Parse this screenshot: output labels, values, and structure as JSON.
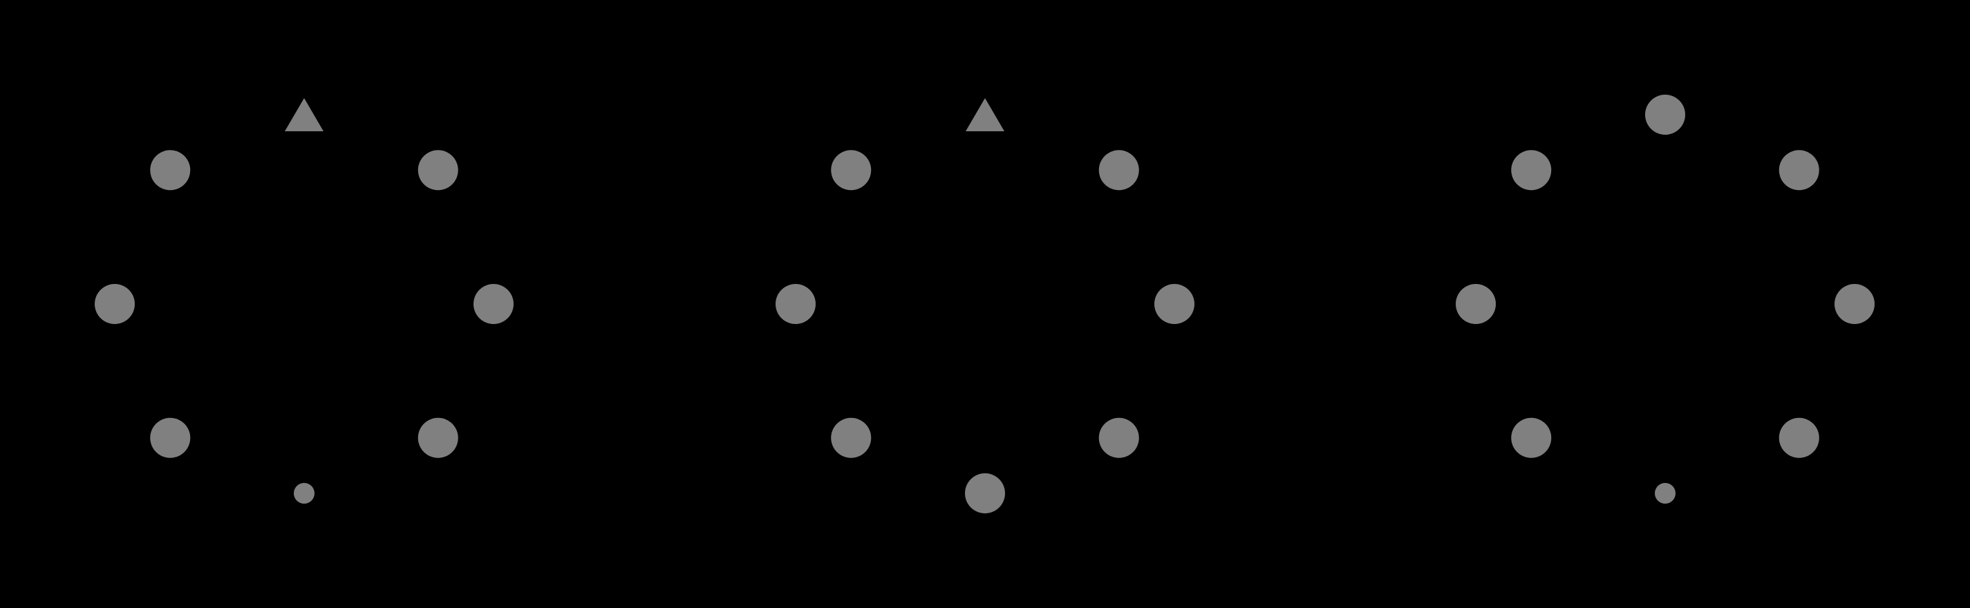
{
  "background_color": "#000000",
  "shape_color": "#808080",
  "figures": [
    {
      "name": "figure-left",
      "elements": [
        {
          "position": "top",
          "shape": "triangle",
          "size": "normal"
        },
        {
          "position": "top-right",
          "shape": "circle",
          "size": "normal"
        },
        {
          "position": "right",
          "shape": "circle",
          "size": "normal"
        },
        {
          "position": "bottom-right",
          "shape": "circle",
          "size": "normal"
        },
        {
          "position": "bottom",
          "shape": "circle",
          "size": "small"
        },
        {
          "position": "bottom-left",
          "shape": "circle",
          "size": "normal"
        },
        {
          "position": "left",
          "shape": "circle",
          "size": "normal"
        },
        {
          "position": "top-left",
          "shape": "circle",
          "size": "normal"
        }
      ]
    },
    {
      "name": "figure-middle",
      "elements": [
        {
          "position": "top",
          "shape": "triangle",
          "size": "normal"
        },
        {
          "position": "top-right",
          "shape": "circle",
          "size": "normal"
        },
        {
          "position": "right",
          "shape": "circle",
          "size": "normal"
        },
        {
          "position": "bottom-right",
          "shape": "circle",
          "size": "normal"
        },
        {
          "position": "bottom",
          "shape": "circle",
          "size": "normal"
        },
        {
          "position": "bottom-left",
          "shape": "circle",
          "size": "normal"
        },
        {
          "position": "left",
          "shape": "circle",
          "size": "normal"
        },
        {
          "position": "top-left",
          "shape": "circle",
          "size": "normal"
        }
      ]
    },
    {
      "name": "figure-right",
      "elements": [
        {
          "position": "top",
          "shape": "circle",
          "size": "normal"
        },
        {
          "position": "top-right",
          "shape": "circle",
          "size": "normal"
        },
        {
          "position": "right",
          "shape": "circle",
          "size": "normal"
        },
        {
          "position": "bottom-right",
          "shape": "circle",
          "size": "normal"
        },
        {
          "position": "bottom",
          "shape": "circle",
          "size": "small"
        },
        {
          "position": "bottom-left",
          "shape": "circle",
          "size": "normal"
        },
        {
          "position": "left",
          "shape": "circle",
          "size": "normal"
        },
        {
          "position": "top-left",
          "shape": "circle",
          "size": "normal"
        }
      ]
    }
  ]
}
